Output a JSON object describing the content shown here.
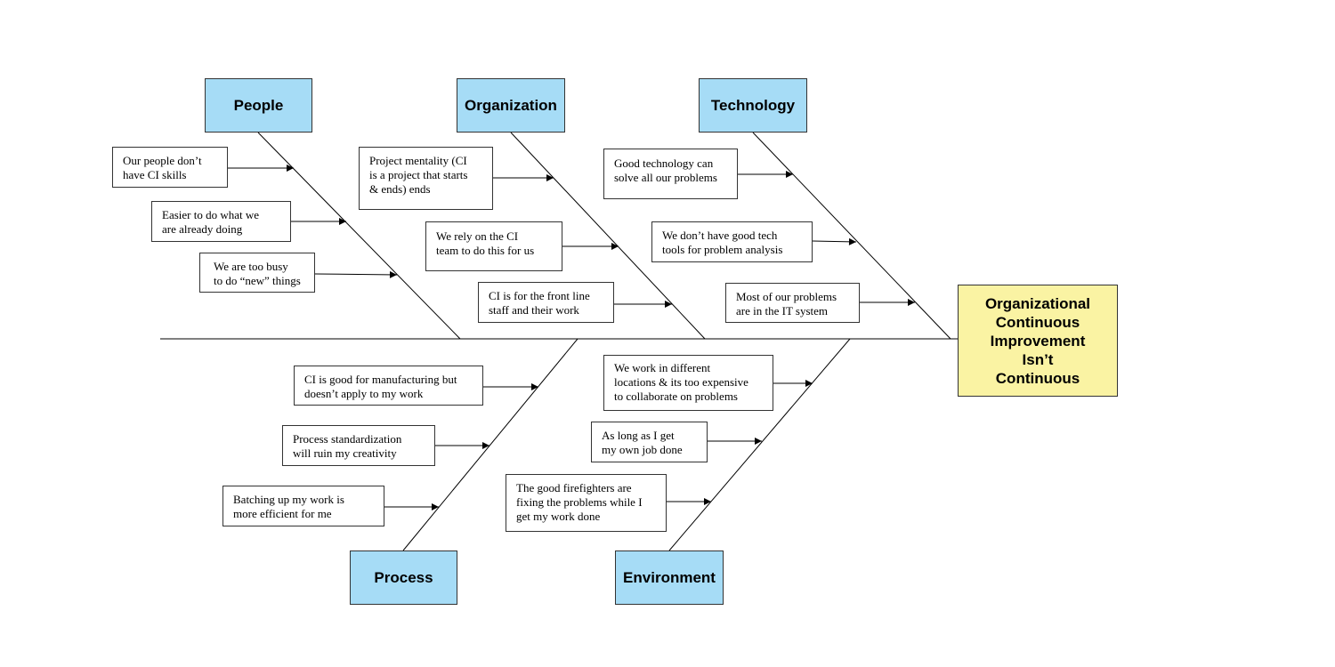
{
  "effect": {
    "label": "Organizational\nContinuous\nImprovement\nIsn’t\nContinuous",
    "fill": "#faf3a3"
  },
  "categories": {
    "people": "People",
    "organization": "Organization",
    "technology": "Technology",
    "process": "Process",
    "environment": "Environment",
    "fill": "#a6dcf6"
  },
  "causes": {
    "people": [
      "Our people don’t\nhave CI skills",
      "Easier to do what we\nare already doing",
      "We are too busy\nto do “new” things"
    ],
    "organization": [
      "Project mentality (CI\nis a project that starts\n& ends) ends",
      "We rely on the CI\nteam to do this for us",
      "CI is for the front line\nstaff and their work"
    ],
    "technology": [
      "Good technology can\nsolve all our problems",
      "We don’t have good tech\ntools for problem analysis",
      "Most of our problems\nare in the IT system"
    ],
    "process": [
      "CI is good for manufacturing but\ndoesn’t apply to my work",
      "Process standardization\nwill ruin my creativity",
      "Batching up my work is\nmore efficient for me"
    ],
    "environment": [
      "We work in different\nlocations & its too expensive\nto collaborate on problems",
      "As long as I get\nmy own job done",
      "The good firefighters are\nfixing the problems while I\nget my work done"
    ]
  }
}
